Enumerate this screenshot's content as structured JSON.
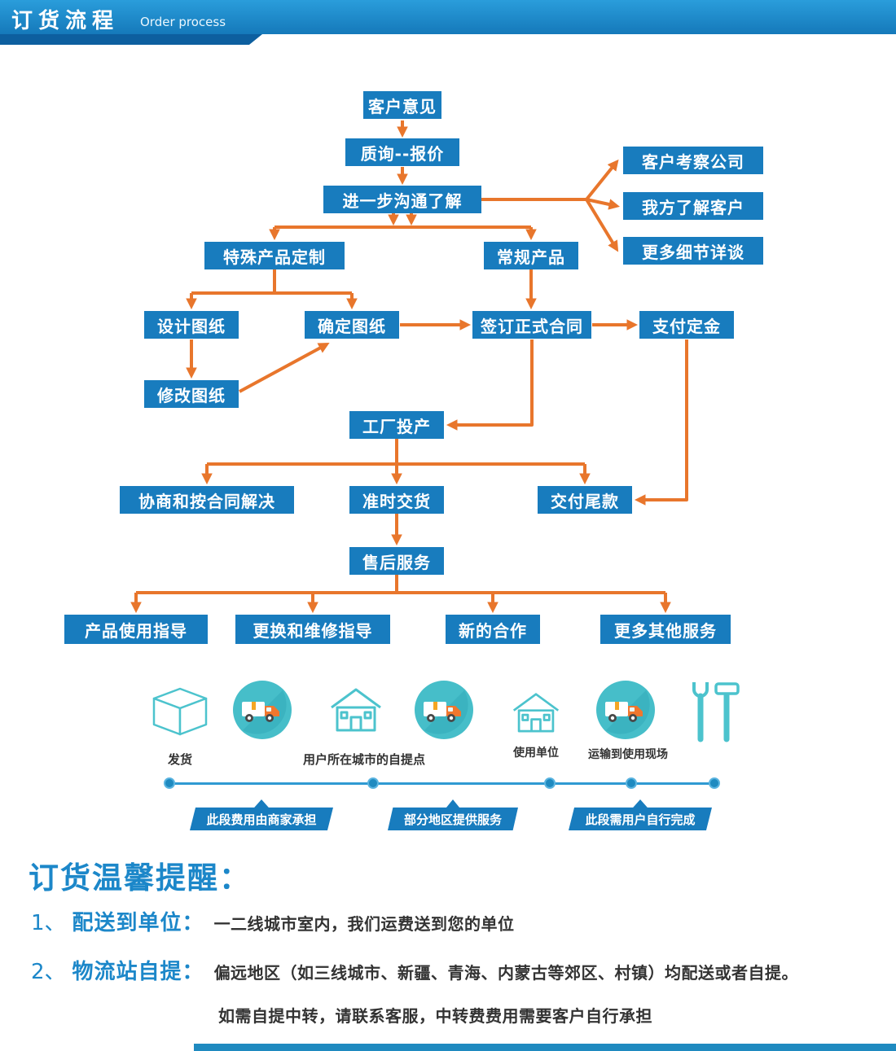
{
  "header": {
    "title": "订货流程",
    "subtitle": "Order process"
  },
  "colors": {
    "banner_blue": "#1f86c6",
    "node_blue": "#187cbe",
    "arrow_orange": "#e8762c",
    "icon_teal": "#46bec9",
    "accent_text_blue": "#1c87c9",
    "text_dark": "#333333"
  },
  "flow": {
    "nodes": {
      "customer_feedback": "客户意见",
      "inquiry_quote": "质询--报价",
      "further_communication": "进一步沟通了解",
      "visit_company": "客户考察公司",
      "know_customer": "我方了解客户",
      "more_details": "更多细节详谈",
      "custom_product": "特殊产品定制",
      "regular_product": "常规产品",
      "design_drawing": "设计图纸",
      "confirm_drawing": "确定图纸",
      "sign_contract": "签订正式合同",
      "pay_deposit": "支付定金",
      "modify_drawing": "修改图纸",
      "factory_production": "工厂投产",
      "negotiate_by_contract": "协商和按合同解决",
      "ontime_delivery": "准时交货",
      "pay_balance": "交付尾款",
      "aftersales_service": "售后服务",
      "usage_guide": "产品使用指导",
      "repair_guide": "更换和维修指导",
      "new_cooperation": "新的合作",
      "more_services": "更多其他服务"
    }
  },
  "logistics": {
    "icons": [
      "package-box",
      "delivery-truck",
      "pickup-point-house",
      "delivery-truck",
      "user-unit-house",
      "delivery-truck",
      "repair-tools"
    ],
    "stage_labels": [
      "发货",
      "用户所在城市的自提点",
      "使用单位",
      "运输到使用现场"
    ],
    "ribbons": [
      "此段费用由商家承担",
      "部分地区提供服务",
      "此段需用户自行完成"
    ]
  },
  "notes": {
    "title": "订货温馨提醒：",
    "items": [
      {
        "num": "1、",
        "label": "配送到单位：",
        "text": "一二线城市室内，我们运费送到您的单位"
      },
      {
        "num": "2、",
        "label": "物流站自提：",
        "text": "偏远地区（如三线城市、新疆、青海、内蒙古等郊区、村镇）均配送或者自提。"
      }
    ],
    "extra": "如需自提中转，请联系客服，中转费费用需要客户自行承担"
  }
}
